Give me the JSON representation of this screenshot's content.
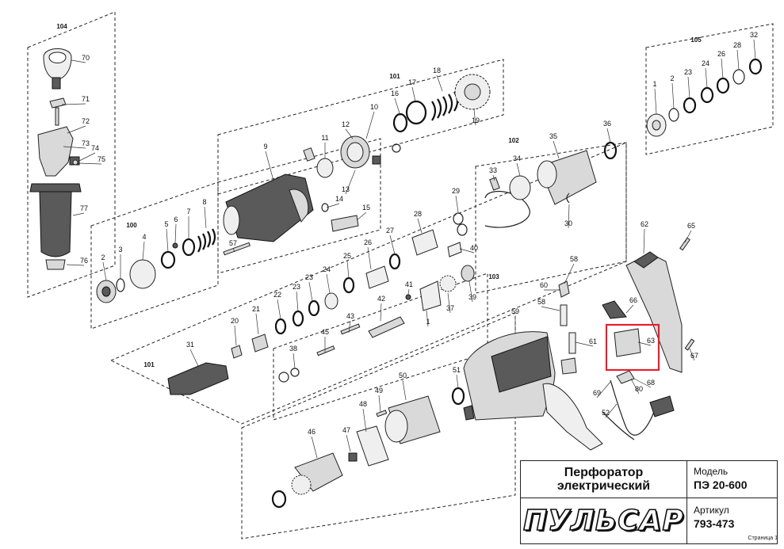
{
  "product": {
    "name_line1": "Перфоратор",
    "name_line2": "электрический",
    "brand": "ПУЛЬСАР",
    "model_label": "Модель",
    "model_value": "ПЭ 20-600",
    "article_label": "Артикул",
    "article_value": "793-473",
    "page_label": "Страница 1"
  },
  "diagram": {
    "group_labels": [
      "104",
      "101",
      "105",
      "102",
      "100",
      "103",
      "101"
    ],
    "part_numbers": [
      "70",
      "71",
      "72",
      "73",
      "74",
      "75",
      "77",
      "76",
      "9",
      "10",
      "11",
      "12",
      "13",
      "14",
      "15",
      "16",
      "17",
      "18",
      "19",
      "1",
      "2",
      "23",
      "24",
      "26",
      "28",
      "32",
      "33",
      "34",
      "35",
      "36",
      "30",
      "29",
      "28",
      "27",
      "26",
      "25",
      "24",
      "23",
      "23",
      "22",
      "21",
      "20",
      "31",
      "40",
      "41",
      "42",
      "43",
      "45",
      "38",
      "37",
      "39",
      "1",
      "2",
      "3",
      "4",
      "5",
      "6",
      "7",
      "8",
      "57",
      "59",
      "60",
      "58",
      "58",
      "61",
      "62",
      "65",
      "66",
      "63",
      "67",
      "69",
      "80",
      "68",
      "52",
      "51",
      "50",
      "49",
      "48",
      "47",
      "46"
    ],
    "highlight_color": "#e8202a"
  }
}
